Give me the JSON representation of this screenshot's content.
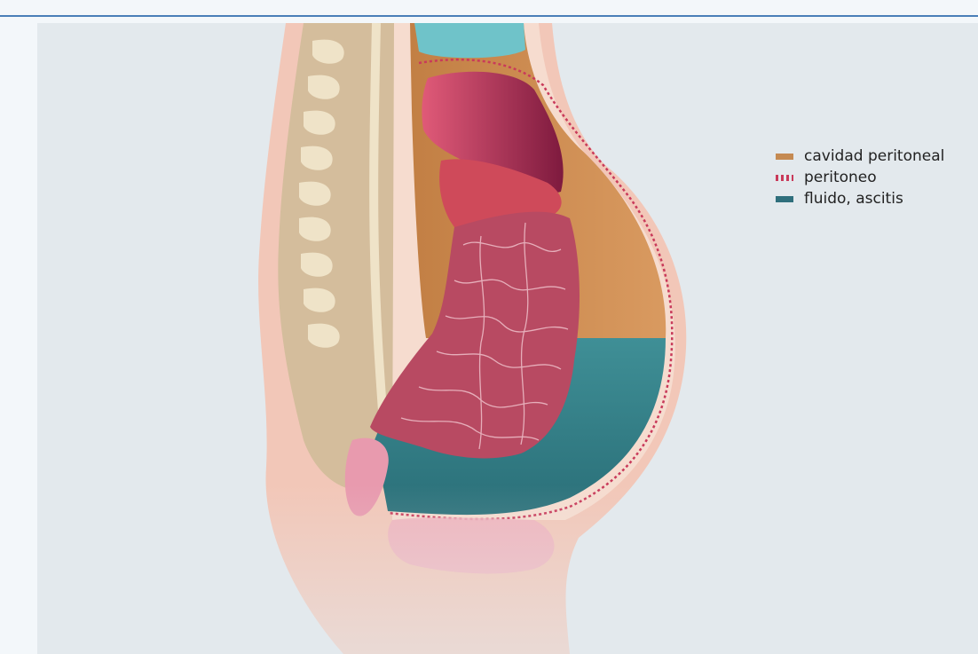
{
  "legend": {
    "items": [
      {
        "label": "cavidad peritoneal",
        "color": "#c58a52"
      },
      {
        "label": "peritoneo",
        "color": "#c93a5a"
      },
      {
        "label": "fluido, ascitis",
        "color": "#2f6f7c"
      }
    ]
  },
  "colors": {
    "frame_rule": "#4a7fb8",
    "panel_bg": "#e3e9ed",
    "skin": "#f2c7b8",
    "spine": "#d4bd9c",
    "cavity": "#c58a52",
    "fluid": "#2f6f7c",
    "intestine": "#b84a62",
    "liver": "#8f1f47",
    "stomach": "#cf4a5a",
    "lung": "#6fc3c9",
    "bladder": "#e89aae"
  }
}
